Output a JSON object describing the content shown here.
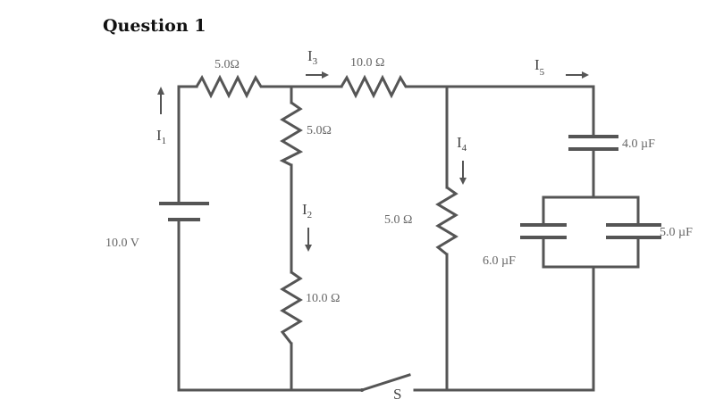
{
  "title": "Question 1",
  "circuit": {
    "battery": {
      "label": "10.0 V"
    },
    "resistors": {
      "r_top_left": "5.0Ω",
      "r_top_right": "10.0 Ω",
      "r_mid_upper": "5.0Ω",
      "r_mid_lower": "10.0 Ω",
      "r_right": "5.0 Ω"
    },
    "capacitors": {
      "c_top": "4.0 µF",
      "c_left": "6.0 µF",
      "c_right": "5.0 µF"
    },
    "currents": {
      "i1": "I",
      "i1_sub": "1",
      "i2": "I",
      "i2_sub": "2",
      "i3": "I",
      "i3_sub": "3",
      "i4": "I",
      "i4_sub": "4",
      "i5": "I",
      "i5_sub": "5"
    },
    "switch": {
      "label": "S"
    }
  }
}
